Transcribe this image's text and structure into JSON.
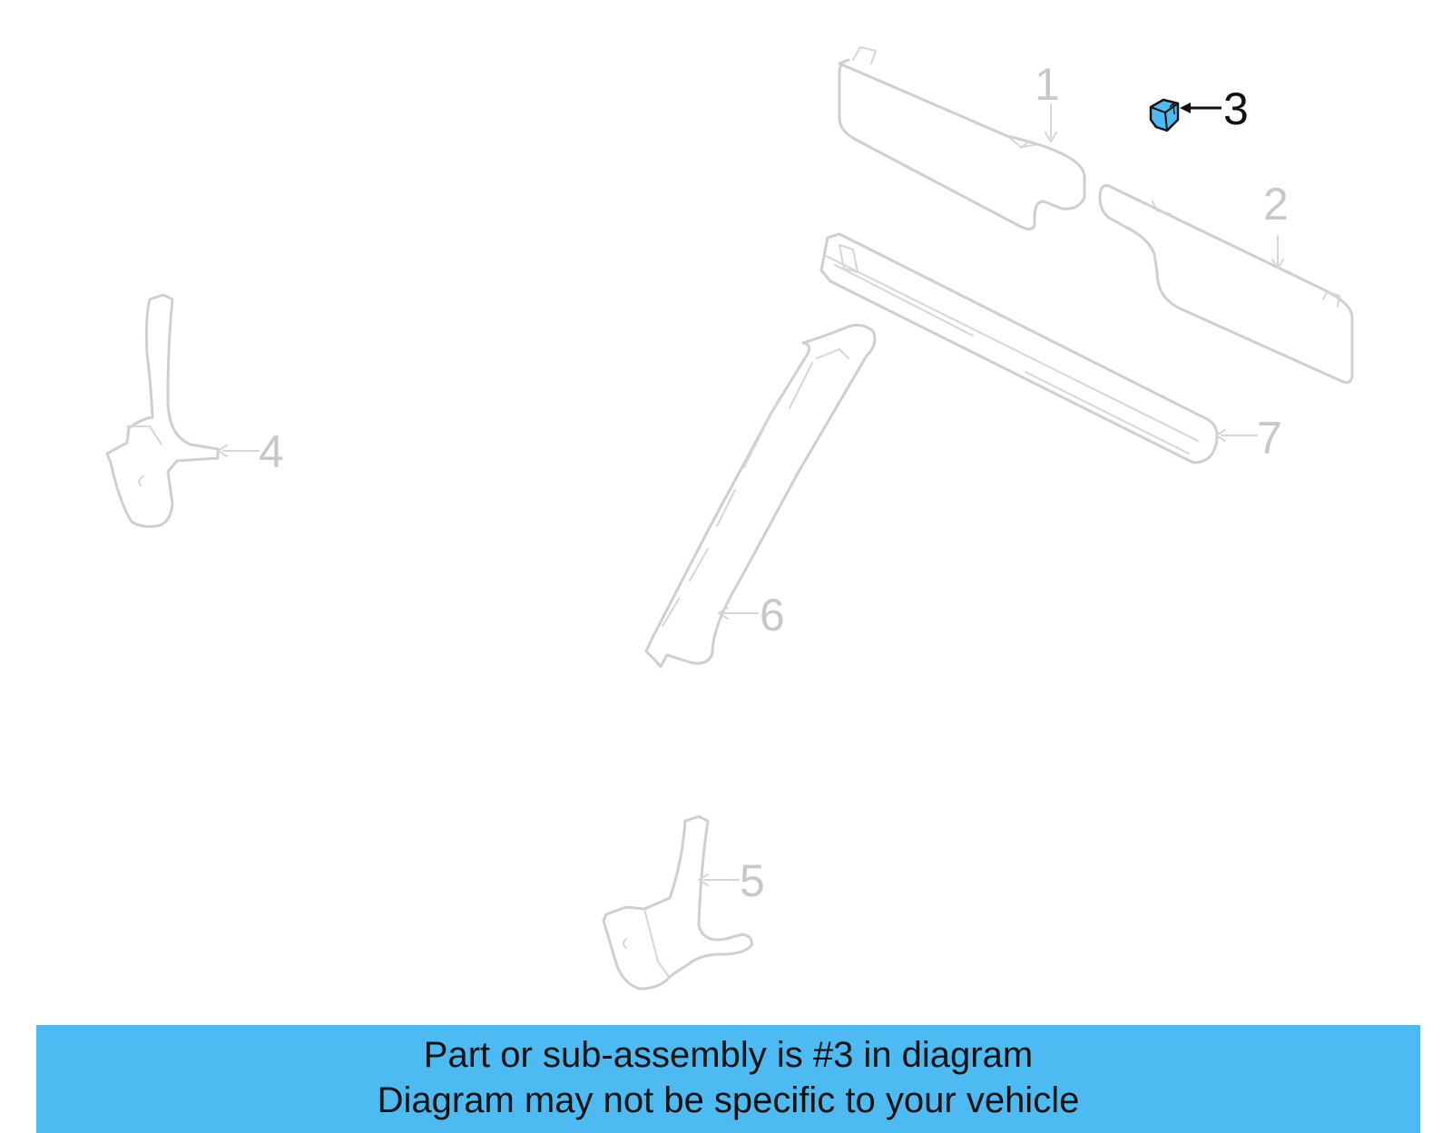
{
  "diagram": {
    "callouts": [
      {
        "number": "1",
        "highlighted": false
      },
      {
        "number": "2",
        "highlighted": false
      },
      {
        "number": "3",
        "highlighted": true
      },
      {
        "number": "4",
        "highlighted": false
      },
      {
        "number": "5",
        "highlighted": false
      },
      {
        "number": "6",
        "highlighted": false
      },
      {
        "number": "7",
        "highlighted": false
      }
    ],
    "highlight_color": "#4dbaf2",
    "ghost_color": "#cfcfcf"
  },
  "banner": {
    "line1": "Part or sub-assembly is #3 in diagram",
    "line2": "Diagram may not be specific to your vehicle",
    "background_color": "#4dbaf2"
  }
}
